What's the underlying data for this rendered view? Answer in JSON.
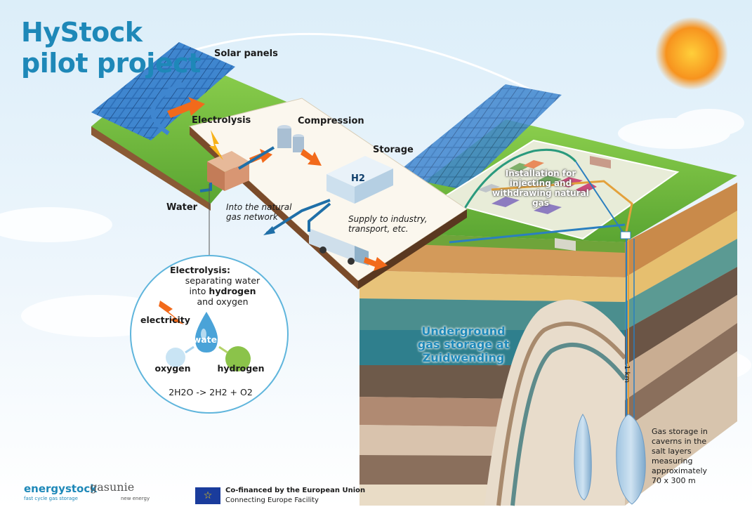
{
  "title": "HyStock pilot project",
  "labels": {
    "solar_panels": "Solar panels",
    "electrolysis": "Electrolysis",
    "compression": "Compression",
    "storage": "Storage",
    "water": "Water",
    "into_network": "Into the natural gas network",
    "supply": "Supply to industry, transport, etc.",
    "h2": "H2",
    "installation": "Installation for injecting and withdrawing natural gas",
    "underground": "Underground gas storage at Zuidwending",
    "depth": "1 km",
    "gas_storage_note": "Gas storage in caverns in the salt layers measuring approximately 70 x 300 m"
  },
  "inset": {
    "heading": "Electrolysis:",
    "line1": "separating water",
    "line2_pre": "into ",
    "line2_bold": "hydrogen",
    "line3": "and oxygen",
    "electricity": "electricity",
    "water": "water",
    "oxygen": "oxygen",
    "hydrogen": "hydrogen",
    "formula": "2H2O -> 2H2 + O2"
  },
  "footer": {
    "energystock": "energystock",
    "energystock_tag": "fast cycle gas storage",
    "gasunie": "gasunie",
    "gasunie_tag": "new energy",
    "eu_line1": "Co-financed by the European Union",
    "eu_line2": "Connecting Europe Facility"
  },
  "colors": {
    "title_blue": "#1e88b8",
    "grass": "#6fb53f",
    "sun": "#f7931e",
    "arrow_orange": "#f26a1b",
    "pipe_blue": "#1f6fa8"
  }
}
